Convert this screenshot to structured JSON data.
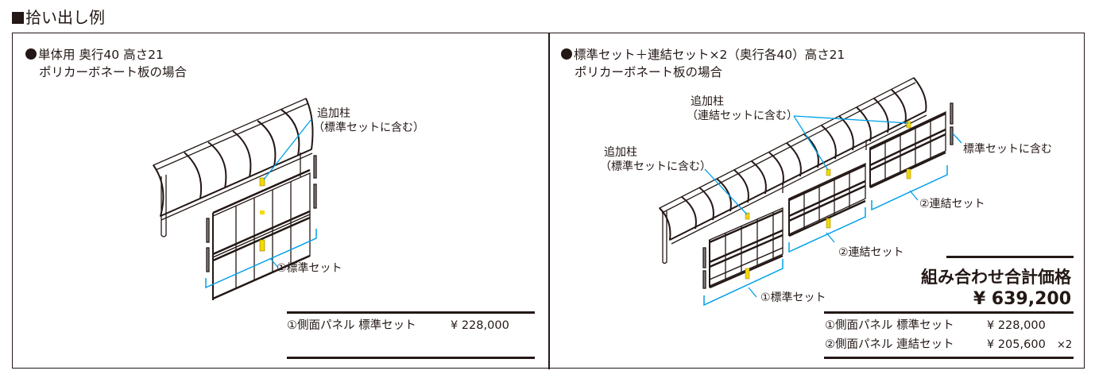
{
  "page": {
    "title": "拾い出し例"
  },
  "left": {
    "heading_line1": "単体用 奥行40 高さ21",
    "heading_line2": "ポリカーボネート板の場合",
    "callout_post_title": "追加柱",
    "callout_post_note": "（標準セットに含む）",
    "bracket_label": "①標準セット",
    "price_items": [
      {
        "name": "①側面パネル 標準セット",
        "price": "¥ 228,000"
      }
    ]
  },
  "right": {
    "heading_line1": "標準セット＋連結セット×2（奥行各40）高さ21",
    "heading_line2": "ポリカーボネート板の場合",
    "callout_post_link_title": "追加柱",
    "callout_post_link_note": "（連結セットに含む）",
    "callout_post_std_title": "追加柱",
    "callout_post_std_note": "（標準セットに含む）",
    "callout_end_pillars": "標準セットに含む",
    "bracket_label_std": "①標準セット",
    "bracket_label_link_1": "②連結セット",
    "bracket_label_link_2": "②連結セット",
    "total_title": "組み合わせ合計価格",
    "total_amount": "¥ 639,200",
    "price_items": [
      {
        "name": "①側面パネル 標準セット",
        "price": "¥  228,000",
        "multiplier": ""
      },
      {
        "name": "②側面パネル 連結セット",
        "price": "¥  205,600",
        "multiplier": "×2"
      }
    ]
  },
  "colors": {
    "ink": "#231815",
    "callout_line": "#00a0e9",
    "post_highlight": "#f5d800"
  },
  "icons": {
    "title_marker": "black-square-icon",
    "heading_bullet": "black-circle-icon"
  }
}
